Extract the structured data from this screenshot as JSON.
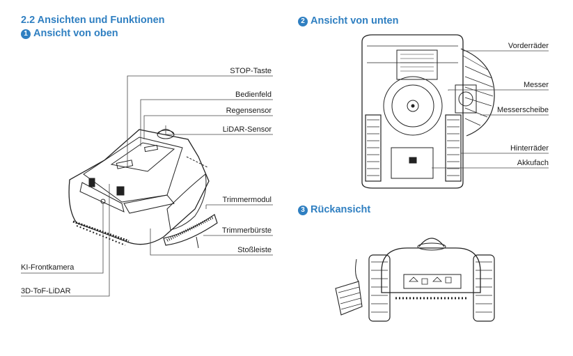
{
  "section": {
    "title": "2.2 Ansichten und Funktionen",
    "top_view": {
      "number": "1",
      "title": "Ansicht von oben"
    },
    "bottom_view": {
      "number": "2",
      "title": "Ansicht von unten"
    },
    "rear_view": {
      "number": "3",
      "title": "Rückansicht"
    }
  },
  "top_labels": {
    "stop": "STOP-Taste",
    "panel": "Bedienfeld",
    "rain": "Regensensor",
    "lidar": "LiDAR-Sensor",
    "trimmer_module": "Trimmermodul",
    "trimmer_brush": "Trimmerbürste",
    "bumper": "Stoßleiste",
    "ai_camera": "KI-Frontkamera",
    "tof": "3D-ToF-LiDAR"
  },
  "bottom_labels": {
    "front_wheels": "Vorderräder",
    "blade": "Messer",
    "blade_disc": "Messerscheibe",
    "rear_wheels": "Hinterräder",
    "battery": "Akkufach"
  },
  "colors": {
    "accent": "#2f7fc1",
    "line": "#222222"
  }
}
